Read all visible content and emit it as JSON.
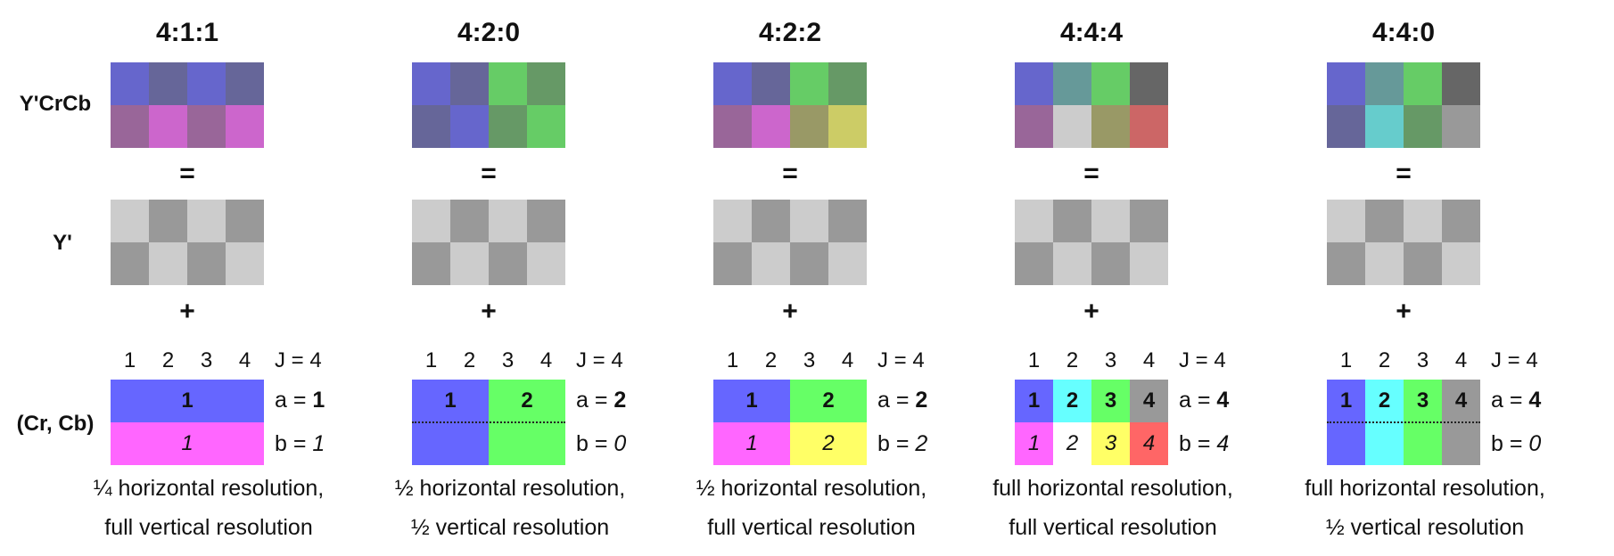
{
  "row_labels": {
    "ycrcb": "Y'CrCb",
    "y": "Y'",
    "crcb": "(Cr, Cb)"
  },
  "operators": {
    "equals": "=",
    "plus": "+"
  },
  "column_numbers": [
    "1",
    "2",
    "3",
    "4"
  ],
  "j_label": "J = 4",
  "luma": {
    "light": "#cccccc",
    "dark": "#999999",
    "pattern": [
      [
        "light",
        "dark",
        "light",
        "dark"
      ],
      [
        "dark",
        "light",
        "dark",
        "light"
      ]
    ]
  },
  "schemes": [
    {
      "title": "4:1:1",
      "ycrcb_colors": [
        [
          "#6666cc",
          "#666699",
          "#6666cc",
          "#666699"
        ],
        [
          "#996699",
          "#cc66cc",
          "#996699",
          "#cc66cc"
        ]
      ],
      "a_label": "a = ",
      "a_value": "1",
      "b_label": "b = ",
      "b_value": "1",
      "chroma_top": [
        {
          "label": "1",
          "color": "#6666ff",
          "span": 4
        }
      ],
      "chroma_bottom": [
        {
          "label": "1",
          "color": "#ff66ff",
          "span": 4
        }
      ],
      "dotted": false,
      "caption": [
        "¼ horizontal resolution,",
        "full vertical resolution"
      ]
    },
    {
      "title": "4:2:0",
      "ycrcb_colors": [
        [
          "#6666cc",
          "#666699",
          "#66cc66",
          "#669966"
        ],
        [
          "#666699",
          "#6666cc",
          "#669966",
          "#66cc66"
        ]
      ],
      "a_label": "a = ",
      "a_value": "2",
      "b_label": "b = ",
      "b_value": "0",
      "chroma_top": [
        {
          "label": "1",
          "color": "#6666ff",
          "span": 2
        },
        {
          "label": "2",
          "color": "#66ff66",
          "span": 2
        }
      ],
      "chroma_bottom": [
        {
          "label": "",
          "color": "#6666ff",
          "span": 2
        },
        {
          "label": "",
          "color": "#66ff66",
          "span": 2
        }
      ],
      "dotted": true,
      "caption": [
        "½ horizontal resolution,",
        "½ vertical resolution"
      ]
    },
    {
      "title": "4:2:2",
      "ycrcb_colors": [
        [
          "#6666cc",
          "#666699",
          "#66cc66",
          "#669966"
        ],
        [
          "#996699",
          "#cc66cc",
          "#999966",
          "#cccc66"
        ]
      ],
      "a_label": "a = ",
      "a_value": "2",
      "b_label": "b = ",
      "b_value": "2",
      "chroma_top": [
        {
          "label": "1",
          "color": "#6666ff",
          "span": 2
        },
        {
          "label": "2",
          "color": "#66ff66",
          "span": 2
        }
      ],
      "chroma_bottom": [
        {
          "label": "1",
          "color": "#ff66ff",
          "span": 2
        },
        {
          "label": "2",
          "color": "#ffff66",
          "span": 2
        }
      ],
      "dotted": false,
      "caption": [
        "½ horizontal resolution,",
        "full vertical resolution"
      ]
    },
    {
      "title": "4:4:4",
      "ycrcb_colors": [
        [
          "#6666cc",
          "#669999",
          "#66cc66",
          "#666666"
        ],
        [
          "#996699",
          "#cccccc",
          "#999966",
          "#cc6666"
        ]
      ],
      "a_label": "a = ",
      "a_value": "4",
      "b_label": "b = ",
      "b_value": "4",
      "chroma_top": [
        {
          "label": "1",
          "color": "#6666ff",
          "span": 1
        },
        {
          "label": "2",
          "color": "#66ffff",
          "span": 1
        },
        {
          "label": "3",
          "color": "#66ff66",
          "span": 1
        },
        {
          "label": "4",
          "color": "#999999",
          "span": 1
        }
      ],
      "chroma_bottom": [
        {
          "label": "1",
          "color": "#ff66ff",
          "span": 1
        },
        {
          "label": "2",
          "color": "#ffffff",
          "span": 1
        },
        {
          "label": "3",
          "color": "#ffff66",
          "span": 1
        },
        {
          "label": "4",
          "color": "#ff6666",
          "span": 1
        }
      ],
      "dotted": false,
      "caption": [
        "full horizontal resolution,",
        "full vertical resolution"
      ]
    },
    {
      "title": "4:4:0",
      "ycrcb_colors": [
        [
          "#6666cc",
          "#669999",
          "#66cc66",
          "#666666"
        ],
        [
          "#666699",
          "#66cccc",
          "#669966",
          "#999999"
        ]
      ],
      "a_label": "a = ",
      "a_value": "4",
      "b_label": "b = ",
      "b_value": "0",
      "chroma_top": [
        {
          "label": "1",
          "color": "#6666ff",
          "span": 1
        },
        {
          "label": "2",
          "color": "#66ffff",
          "span": 1
        },
        {
          "label": "3",
          "color": "#66ff66",
          "span": 1
        },
        {
          "label": "4",
          "color": "#999999",
          "span": 1
        }
      ],
      "chroma_bottom": [
        {
          "label": "",
          "color": "#6666ff",
          "span": 1
        },
        {
          "label": "",
          "color": "#66ffff",
          "span": 1
        },
        {
          "label": "",
          "color": "#66ff66",
          "span": 1
        },
        {
          "label": "",
          "color": "#999999",
          "span": 1
        }
      ],
      "dotted": true,
      "caption": [
        "full horizontal resolution,",
        "½ vertical resolution"
      ]
    }
  ]
}
